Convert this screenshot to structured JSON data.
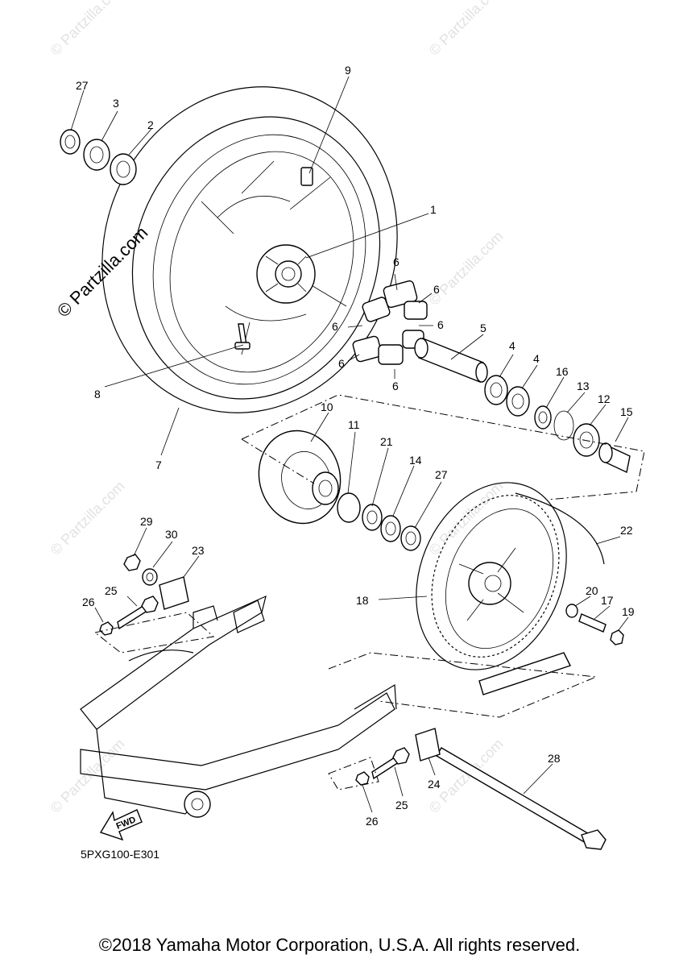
{
  "diagram_code": "5PXG100-E301",
  "copyright": "©2018 Yamaha Motor Corporation, U.S.A. All rights reserved.",
  "watermark_main": "© Partzilla.com",
  "watermark_faint": "© Partzilla.com",
  "fwd_label": "FWD",
  "callouts": {
    "c1": "1",
    "c2": "2",
    "c3": "3",
    "c4a": "4",
    "c4b": "4",
    "c5": "5",
    "c6a": "6",
    "c6b": "6",
    "c6c": "6",
    "c6d": "6",
    "c6e": "6",
    "c6f": "6",
    "c7": "7",
    "c8": "8",
    "c9": "9",
    "c10": "10",
    "c11": "11",
    "c12": "12",
    "c13": "13",
    "c14": "14",
    "c15": "15",
    "c16": "16",
    "c17": "17",
    "c18": "18",
    "c19": "19",
    "c20": "20",
    "c21": "21",
    "c22": "22",
    "c23": "23",
    "c24": "24",
    "c25a": "25",
    "c25b": "25",
    "c26a": "26",
    "c26b": "26",
    "c27a": "27",
    "c27b": "27",
    "c28": "28",
    "c29": "29",
    "c30": "30"
  }
}
